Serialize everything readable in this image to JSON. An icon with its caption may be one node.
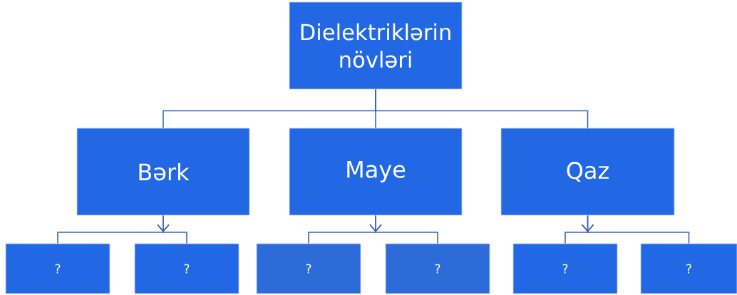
{
  "diagram": {
    "nodes": [
      {
        "text": [
          "Dielektriklərin növləri"
        ]
      },
      {
        "text": [
          "Bərk"
        ]
      },
      {
        "text": [
          "Maye"
        ]
      },
      {
        "text": [
          "Qaz"
        ]
      },
      {
        "text": [
          "?"
        ]
      },
      {
        "text": [
          "?"
        ]
      },
      {
        "text": [
          "?"
        ]
      },
      {
        "text": [
          "?"
        ]
      },
      {
        "text": [
          "?"
        ]
      },
      {
        "text": [
          "?"
        ]
      }
    ],
    "edges": [
      {
        "from": 0,
        "to": 1,
        "arrow": "none"
      },
      {
        "from": 0,
        "to": 2,
        "arrow": "none"
      },
      {
        "from": 0,
        "to": 3,
        "arrow": "none"
      },
      {
        "from": 1,
        "to": 4,
        "arrow": "to"
      },
      {
        "from": 1,
        "to": 5,
        "arrow": "to"
      },
      {
        "from": 2,
        "to": 6,
        "arrow": "to"
      },
      {
        "from": 2,
        "to": 7,
        "arrow": "to"
      },
      {
        "from": 3,
        "to": 8,
        "arrow": "to"
      },
      {
        "from": 3,
        "to": 9,
        "arrow": "to"
      }
    ]
  }
}
